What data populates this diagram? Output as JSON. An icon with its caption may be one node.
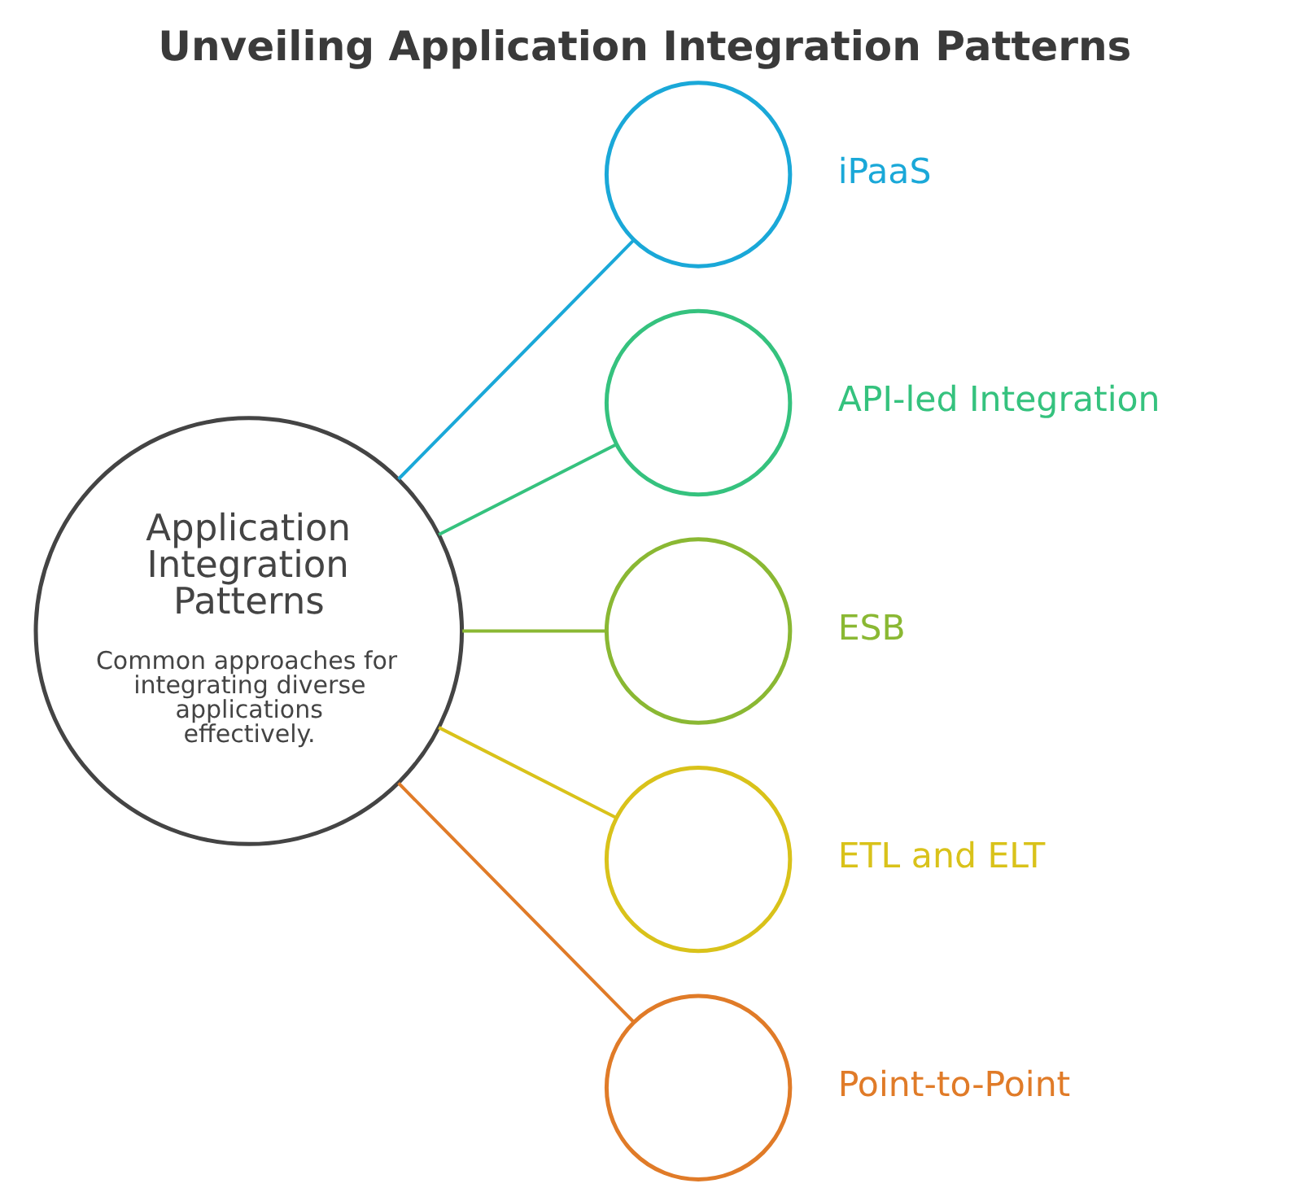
{
  "diagram": {
    "title": "Unveiling Application Integration Patterns",
    "nodes": [
      {
        "text": [
          "Application Integration Patterns",
          "Common approaches for integrating diverse applications effectively."
        ]
      },
      {
        "text": [],
        "shape": "circle",
        "beside": [
          "iPaaS"
        ]
      },
      {
        "text": [],
        "shape": "circle",
        "beside": [
          "API-led Integration"
        ]
      },
      {
        "text": [],
        "shape": "circle",
        "beside": [
          "ESB"
        ]
      },
      {
        "text": [],
        "shape": "circle",
        "beside": [
          "ETL and ELT"
        ]
      },
      {
        "text": [],
        "shape": "circle",
        "beside": [
          "Point-to-Point"
        ]
      }
    ],
    "edges": [
      {
        "from": 0,
        "to": 1,
        "arrow": "none",
        "color": "#1aa8d8"
      },
      {
        "from": 0,
        "to": 2,
        "arrow": "none",
        "color": "#35c27e"
      },
      {
        "from": 0,
        "to": 3,
        "arrow": "none",
        "color": "#8ab833"
      },
      {
        "from": 0,
        "to": 4,
        "arrow": "none",
        "color": "#d9c21a"
      },
      {
        "from": 0,
        "to": 5,
        "arrow": "none",
        "color": "#e07b28"
      }
    ]
  }
}
